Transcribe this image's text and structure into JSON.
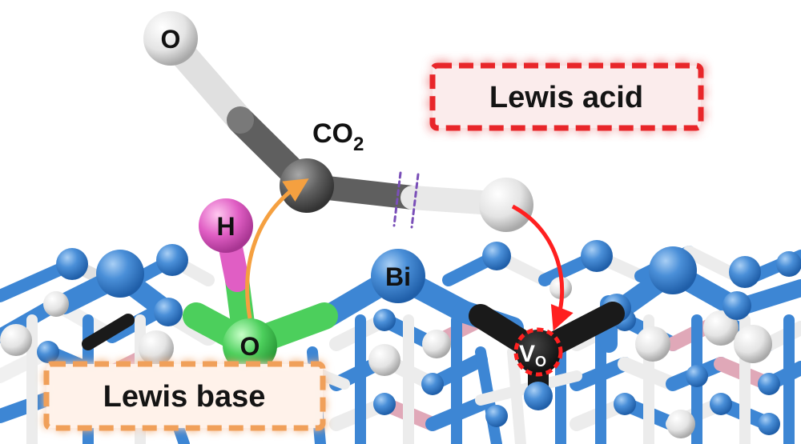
{
  "labels": {
    "co2_O": "O",
    "co2_formula": "CO",
    "co2_subscript": "2",
    "hydrogen": "H",
    "bismuth": "Bi",
    "surface_oxygen": "O",
    "vacancy_main": "V",
    "vacancy_sub": "O"
  },
  "boxes": {
    "lewis_acid": "Lewis acid",
    "lewis_base": "Lewis base"
  },
  "colors": {
    "lewis_acid_border": "#e8262a",
    "lewis_base_border": "#f0a05a",
    "acid_arrow": "#ff2020",
    "base_arrow": "#f5a040",
    "lattice_blue": "#3d86d4",
    "lattice_white": "#ececec",
    "lattice_pink": "#e0a8b8",
    "hydrogen": "#e05ec4",
    "surface_oxygen": "#4ccf5c",
    "carbon": "#5f5f5f",
    "oxygen_light": "#e6e6e6",
    "vacancy": "#1a1a1a",
    "dashed_bond": "#7a4fb8"
  }
}
